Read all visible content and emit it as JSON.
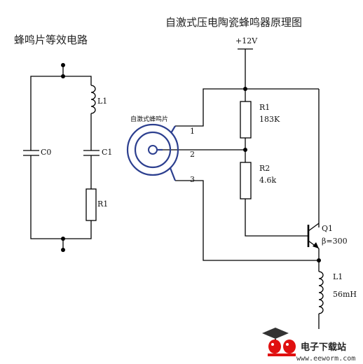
{
  "left_title": "蜂鸣片等效电路",
  "right_title": "自激式压电陶瓷蜂鸣器原理图",
  "left": {
    "l1": "L1",
    "c0": "C0",
    "c1": "C1",
    "r1": "R1"
  },
  "right": {
    "supply": "+12V",
    "buzzer_label": "自激式蜂鸣片",
    "pin1": "1",
    "pin2": "2",
    "pin3": "3",
    "r1_name": "R1",
    "r1_value": "183K",
    "r2_name": "R2",
    "r2_value": "4.6k",
    "q1_name": "Q1",
    "q1_beta": "β=300",
    "l1_name": "L1",
    "l1_value": "56mH"
  },
  "watermark": {
    "brand": "电子下载站",
    "site": "www.eeworm.com",
    "logo_color": "#e01010"
  }
}
